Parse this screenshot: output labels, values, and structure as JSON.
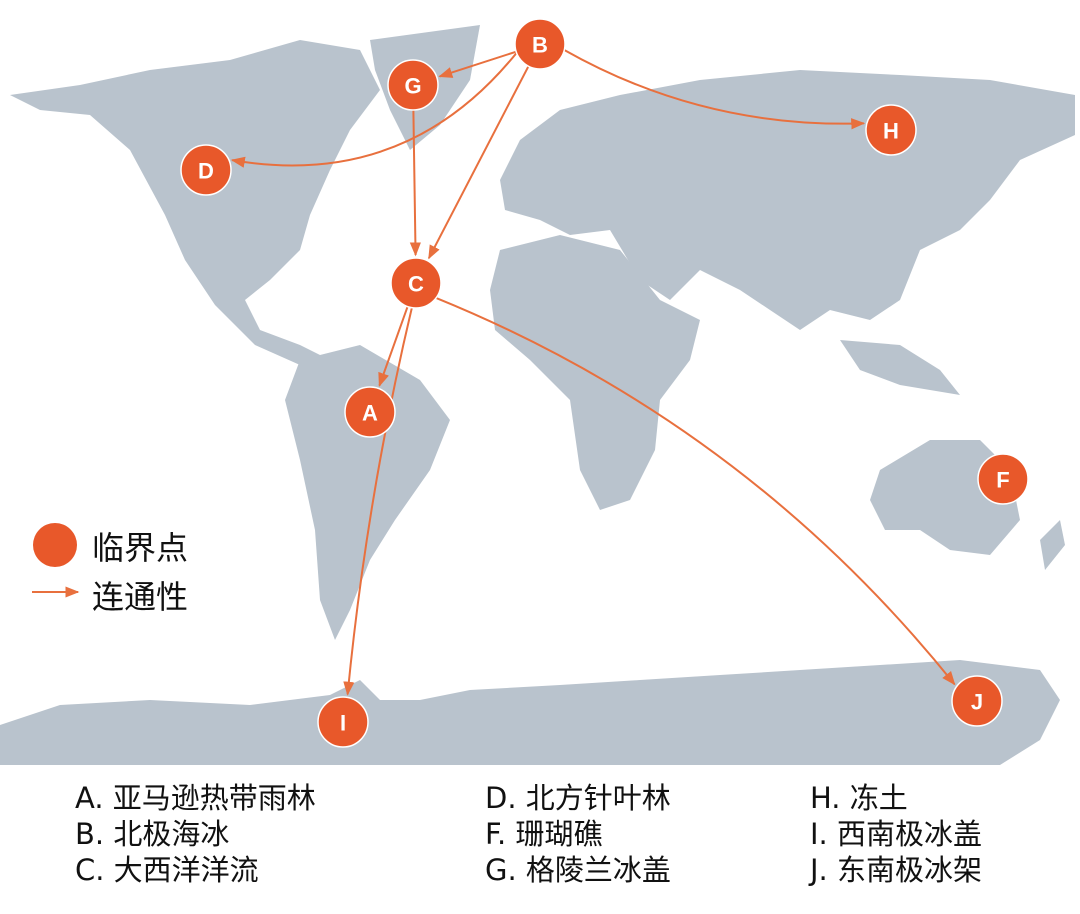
{
  "colors": {
    "node": "#e8582a",
    "land": "#b9c3cd",
    "arrow": "#e8703e"
  },
  "nodes": [
    {
      "id": "A",
      "label": "A"
    },
    {
      "id": "B",
      "label": "B"
    },
    {
      "id": "C",
      "label": "C"
    },
    {
      "id": "D",
      "label": "D"
    },
    {
      "id": "F",
      "label": "F"
    },
    {
      "id": "G",
      "label": "G"
    },
    {
      "id": "H",
      "label": "H"
    },
    {
      "id": "I",
      "label": "I"
    },
    {
      "id": "J",
      "label": "J"
    }
  ],
  "edges": [
    [
      "B",
      "G"
    ],
    [
      "B",
      "D"
    ],
    [
      "B",
      "H"
    ],
    [
      "B",
      "C"
    ],
    [
      "G",
      "C"
    ],
    [
      "C",
      "A"
    ],
    [
      "C",
      "I"
    ],
    [
      "C",
      "J"
    ]
  ],
  "legend": {
    "point": "临界点",
    "link": "连通性"
  },
  "labels": [
    "A. 亚马逊热带雨林",
    "B. 北极海冰",
    "C. 大西洋洋流",
    "D. 北方针叶林",
    "F. 珊瑚礁",
    "G. 格陵兰冰盖",
    "H. 冻土",
    "I. 西南极冰盖",
    "J. 东南极冰架"
  ]
}
